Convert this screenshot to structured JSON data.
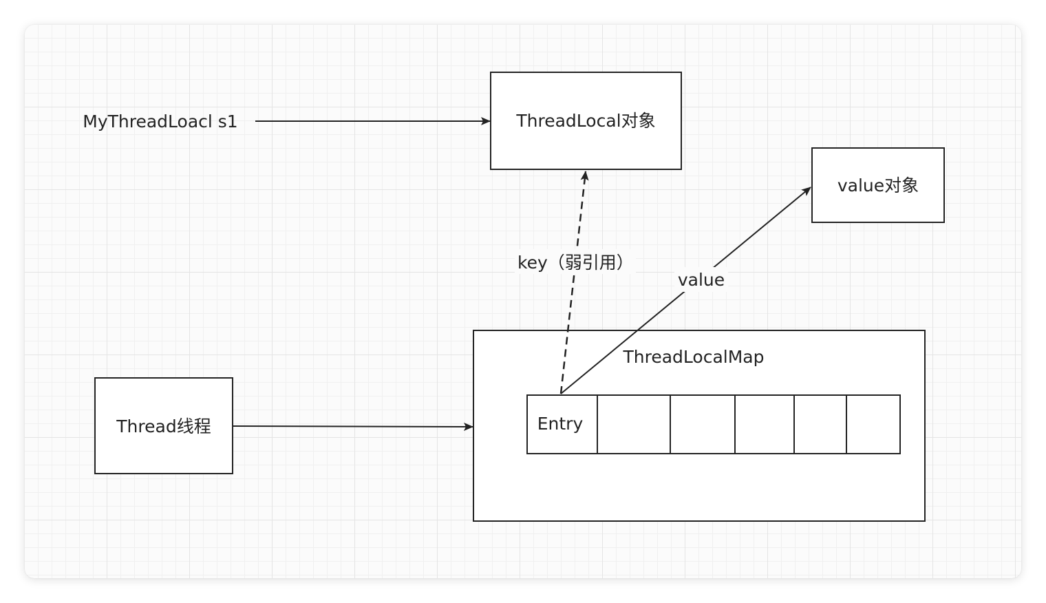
{
  "diagram": {
    "labels": {
      "my_thread_local": "MyThreadLoacl s1",
      "thread_local_object": "ThreadLocal对象",
      "value_object": "value对象",
      "thread": "Thread线程",
      "thread_local_map": "ThreadLocalMap",
      "entry": "Entry",
      "key_edge": "key（弱引用）",
      "value_edge": "value"
    },
    "colors": {
      "stroke": "#222222",
      "box_fill": "#ffffff",
      "grid_major": "#e4e4e4",
      "grid_minor": "#f0f0f0"
    },
    "entry_array_cells": 6
  }
}
